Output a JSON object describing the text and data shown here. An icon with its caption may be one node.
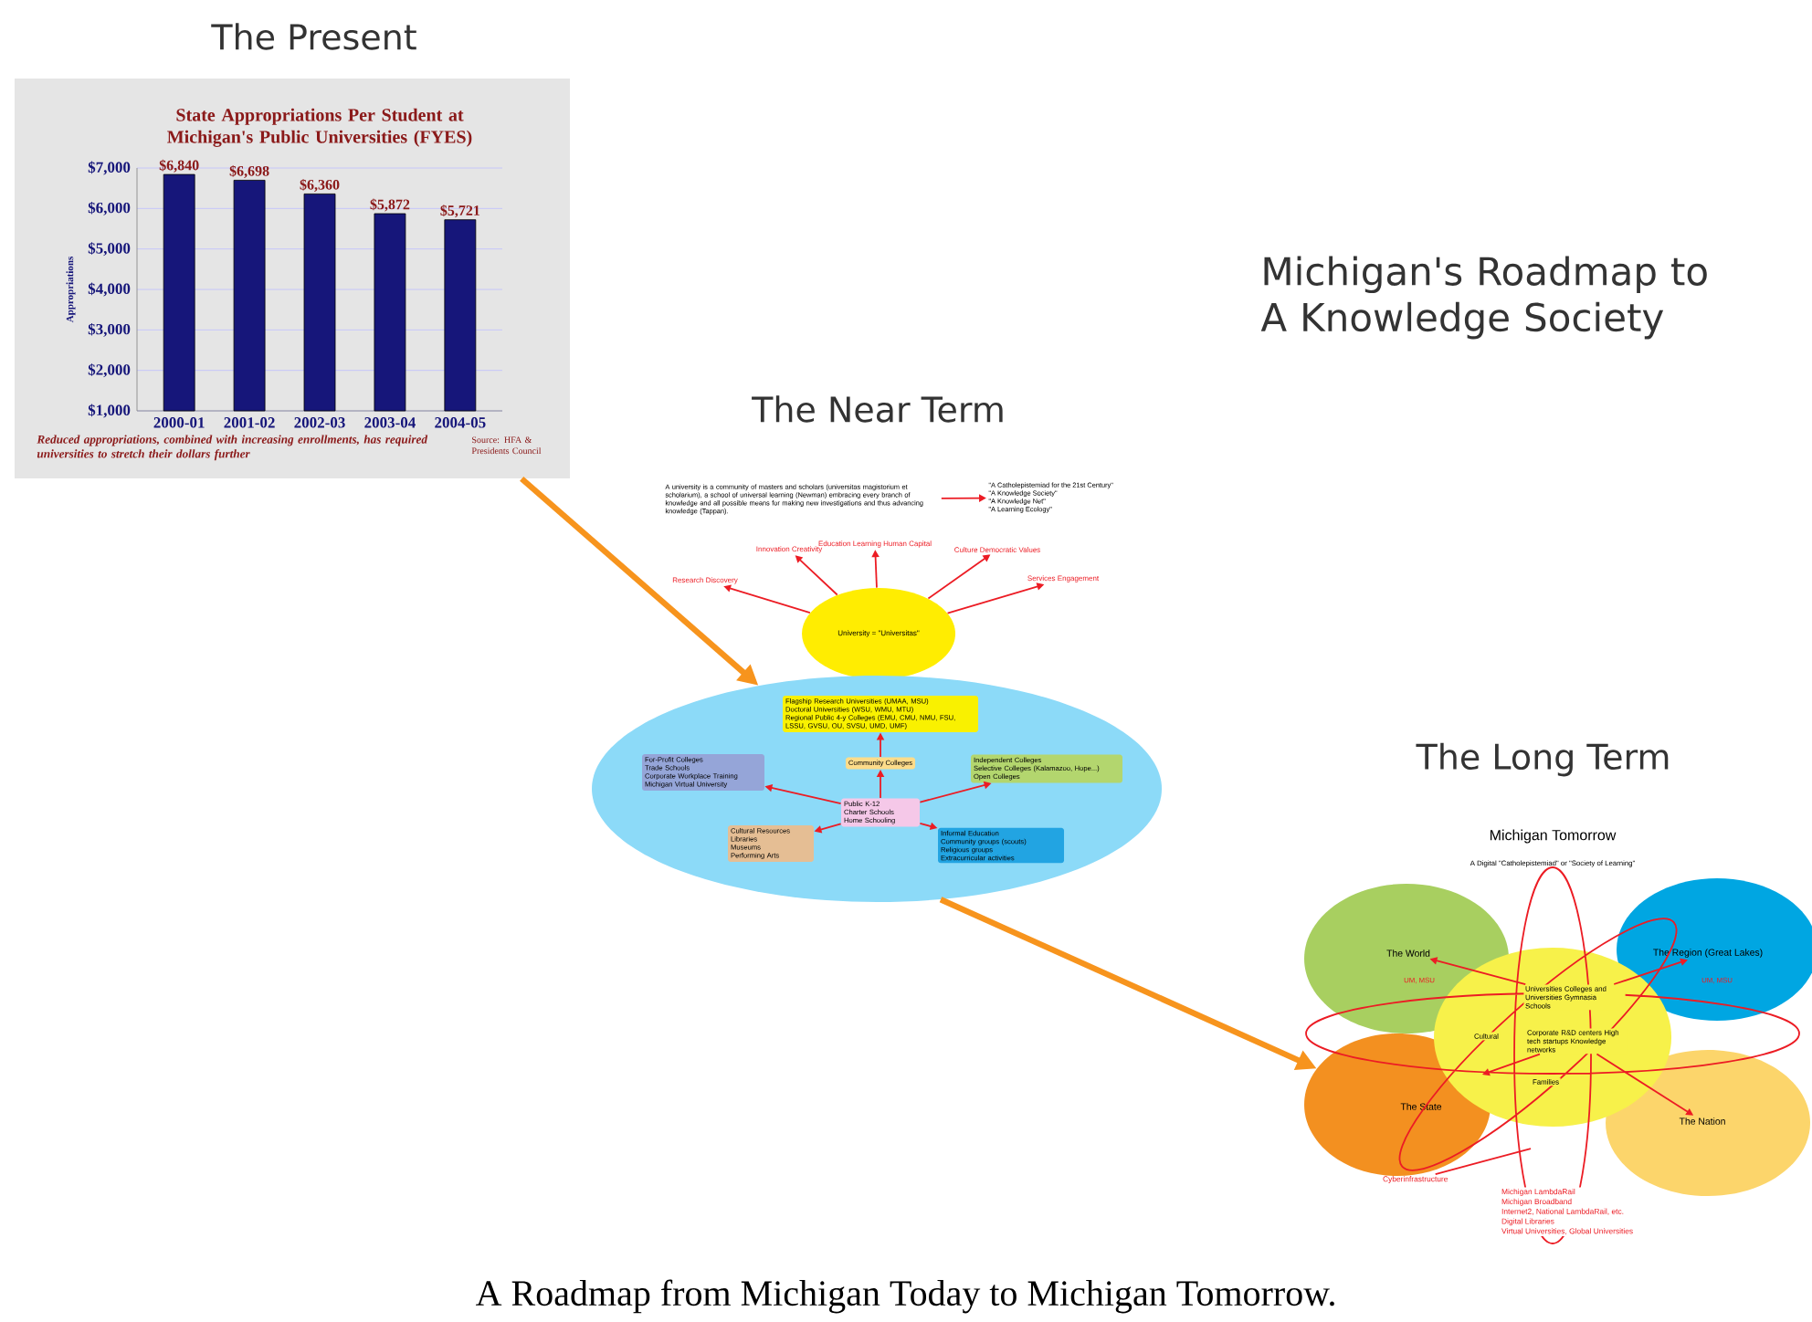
{
  "diagram": {
    "title": "Michigan's Roadmap to A Knowledge Society",
    "caption": "A Roadmap from Michigan Today to Michigan Tomorrow.",
    "nodes": [
      {
        "text": [
          "The Present"
        ]
      },
      {
        "text": [
          "A university is a community of masters and scholars (universitas magistorium et scholarium), a school of universal learning (Newman) embracing every branch of knowledge and all possible means for making new investigations and thus advancing knowledge (Tappan)."
        ]
      },
      {
        "text": [
          "\"A Catholepistemiad for the 21st Century\"",
          "\"A Knowledge Society\"",
          "\"A Knowledge Net\"",
          "\"A Learning Ecology\""
        ]
      },
      {
        "text": [
          "University = \"Universitas\""
        ]
      },
      {
        "text": [
          "Research Discovery"
        ]
      },
      {
        "text": [
          "Innovation Creativity"
        ]
      },
      {
        "text": [
          "Education Learning Human Capital"
        ]
      },
      {
        "text": [
          "Culture Democratic Values"
        ]
      },
      {
        "text": [
          "Services Engagement"
        ]
      },
      {
        "text": [],
        "shape": "ellipse"
      },
      {
        "text": [
          "Flagship Research Universities (UMAA, MSU)",
          "Doctoral Universities (WSU, WMU, MTU)",
          "Regional Public 4-y Colleges (EMU, CMU, NMU, FSU, LSSU, GVSU, OU, SVSU, UMD, UMF)"
        ],
        "in": 9
      },
      {
        "text": [
          "Community Colleges"
        ],
        "in": 9
      },
      {
        "text": [
          "For-Profit Colleges",
          "Trade Schools",
          "Corporate Workplace Training",
          "Michigan Virtual University"
        ],
        "in": 9
      },
      {
        "text": [
          "Independent Colleges",
          "Selective Colleges (Kalamazoo, Hope...)",
          "Open Colleges"
        ],
        "in": 9
      },
      {
        "text": [
          "Public K-12",
          "Charter Schools",
          "Home Schooling"
        ],
        "in": 9
      },
      {
        "text": [
          "Cultural Resources",
          "Libraries",
          "Museums",
          "Performing Arts"
        ],
        "in": 9
      },
      {
        "text": [
          "Informal Education",
          "Community groups (scouts)",
          "Religious groups",
          "Extracurricular activities"
        ],
        "in": 9
      },
      {
        "text": [
          "The World",
          "UM, MSU"
        ]
      },
      {
        "text": [
          "The Region (Great Lakes)",
          "UM, MSU"
        ]
      },
      {
        "text": [
          "Universities Colleges and Universities Gymnasia Schools",
          "Cultural",
          "Corporate R&D centers High tech startups Knowledge networks",
          "Families"
        ]
      },
      {
        "text": [
          "The State"
        ]
      },
      {
        "text": [
          "The Nation"
        ]
      },
      {
        "text": [
          "Cyberinfrastructure",
          "Michigan LambdaRail",
          "Michigan Broadband",
          "Internet2, National LambdaRail, etc.",
          "Digital Libraries",
          "Virtual Universities, Global Universities"
        ]
      }
    ],
    "edges": [
      {
        "from": 0,
        "to": 9,
        "arrow": "to",
        "style": "thick",
        "color": "#f7941d"
      },
      {
        "from": 9,
        "to": 20,
        "arrow": "to",
        "style": "thick",
        "color": "#f7941d"
      },
      {
        "from": 1,
        "to": 2,
        "arrow": "to"
      },
      {
        "from": 3,
        "to": 4,
        "arrow": "to"
      },
      {
        "from": 3,
        "to": 5,
        "arrow": "to"
      },
      {
        "from": 3,
        "to": 6,
        "arrow": "to"
      },
      {
        "from": 3,
        "to": 7,
        "arrow": "to"
      },
      {
        "from": 3,
        "to": 8,
        "arrow": "to"
      },
      {
        "from": 14,
        "to": 11,
        "arrow": "to"
      },
      {
        "from": 11,
        "to": 10,
        "arrow": "to"
      },
      {
        "from": 14,
        "to": 12,
        "arrow": "to"
      },
      {
        "from": 14,
        "to": 13,
        "arrow": "to"
      },
      {
        "from": 14,
        "to": 15,
        "arrow": "to"
      },
      {
        "from": 14,
        "to": 16,
        "arrow": "to"
      },
      {
        "from": 19,
        "to": 17,
        "arrow": "to"
      },
      {
        "from": 19,
        "to": 18,
        "arrow": "to"
      },
      {
        "from": 19,
        "to": 20,
        "arrow": "to"
      },
      {
        "from": 19,
        "to": 21,
        "arrow": "to"
      },
      {
        "from": 22,
        "to": null,
        "arrow": "none"
      }
    ],
    "labels": [
      "Reduced appropriations, combined with increasing enrollments, has required universities to stretch their dollars further",
      "Source: HFA & Presidents Council",
      "The Near Term",
      "The Long Term",
      "Michigan Tomorrow",
      "A Digital \"Catholepistemiad\" or \"Society of Learning\""
    ],
    "chart_data": {
      "type": "bar",
      "title": "State Appropriations Per Student at Michigan's Public Universities (FYES)",
      "ylabel": "Appropriations",
      "categories": [
        "2000-01",
        "2001-02",
        "2002-03",
        "2003-04",
        "2004-05"
      ],
      "values": [
        6840,
        6698,
        6360,
        5872,
        5721
      ],
      "value_labels": [
        "$6,840",
        "$6,698",
        "$6,360",
        "$5,872",
        "$5,721"
      ],
      "ylim": [
        1000,
        7000
      ],
      "grid": true,
      "yticks": [
        {
          "value": 1000,
          "label": "$1,000"
        },
        {
          "value": 2000,
          "label": "$2,000"
        },
        {
          "value": 3000,
          "label": "$3,000"
        },
        {
          "value": 4000,
          "label": "$4,000"
        },
        {
          "value": 5000,
          "label": "$5,000"
        },
        {
          "value": 6000,
          "label": "$6,000"
        },
        {
          "value": 7000,
          "label": "$7,000"
        }
      ]
    }
  }
}
